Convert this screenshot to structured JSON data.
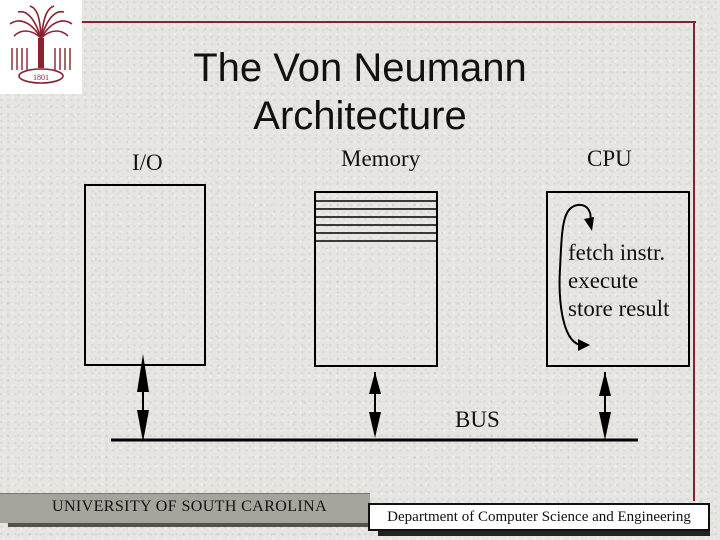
{
  "slide": {
    "title_line1": "The Von Neumann",
    "title_line2": "Architecture"
  },
  "components": {
    "io_label": "I/O",
    "memory_label": "Memory",
    "cpu_label": "CPU",
    "bus_label": "BUS"
  },
  "cpu_cycle": {
    "steps": [
      "fetch instr.",
      "execute",
      "store result"
    ]
  },
  "footer": {
    "university": "UNIVERSITY OF SOUTH CAROLINA",
    "department": "Department of Computer Science and Engineering"
  },
  "colors": {
    "frame": "#8a2030",
    "logo": "#8a2030",
    "background": "#e7e5e1"
  },
  "icons": {
    "logo": "palmetto-tree-logo-icon",
    "cycle": "cycle-arrow-icon"
  },
  "logo_text": "1801"
}
